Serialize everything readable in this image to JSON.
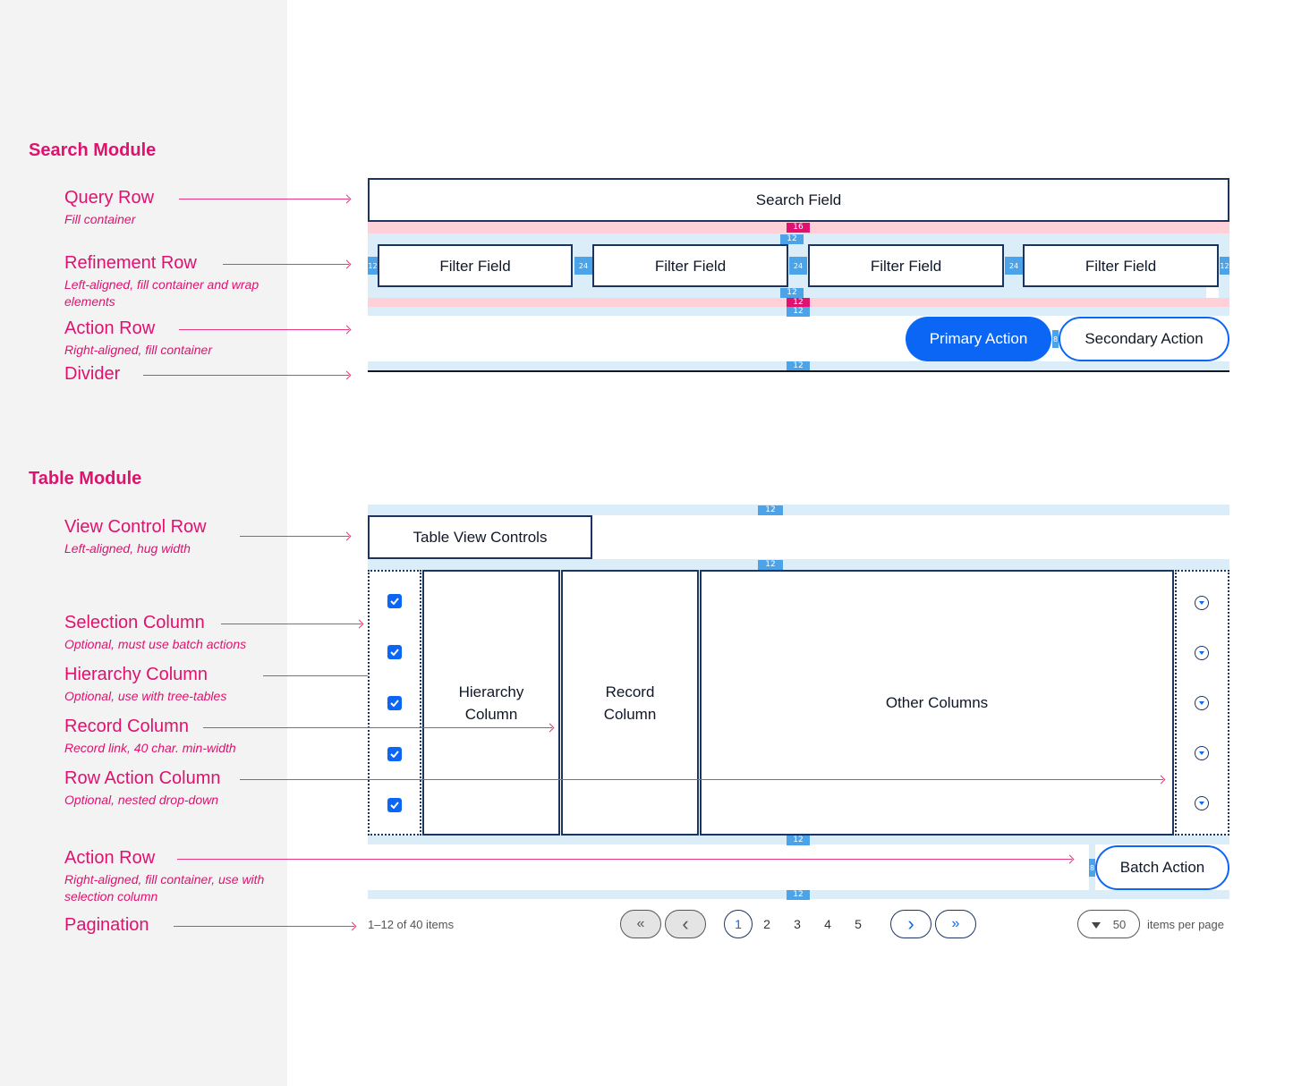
{
  "search_module": {
    "title": "Search Module",
    "annotations": {
      "query_row": {
        "title": "Query Row",
        "sub": "Fill container"
      },
      "refinement_row": {
        "title": "Refinement Row",
        "sub": "Left-aligned, fill container and wrap elements"
      },
      "action_row": {
        "title": "Action Row",
        "sub": "Right-aligned, fill container"
      },
      "divider": {
        "title": "Divider"
      }
    },
    "search_field": "Search Field",
    "filter_fields": [
      "Filter Field",
      "Filter Field",
      "Filter Field",
      "Filter Field"
    ],
    "primary_action": "Primary Action",
    "secondary_action": "Secondary Action",
    "spacing": {
      "s16": "16",
      "s12": "12",
      "s24": "24",
      "s8": "8"
    }
  },
  "table_module": {
    "title": "Table Module",
    "annotations": {
      "view_control_row": {
        "title": "View Control Row",
        "sub": "Left-aligned, hug width"
      },
      "selection_column": {
        "title": "Selection Column",
        "sub": "Optional, must use batch actions"
      },
      "hierarchy_column": {
        "title": "Hierarchy Column",
        "sub": "Optional, use with tree-tables"
      },
      "record_column": {
        "title": "Record Column",
        "sub": "Record link, 40 char. min-width"
      },
      "row_action_column": {
        "title": "Row Action Column",
        "sub": "Optional, nested drop-down"
      },
      "action_row": {
        "title": "Action Row",
        "sub": "Right-aligned, fill container, use with selection column"
      },
      "pagination": {
        "title": "Pagination"
      }
    },
    "view_controls": "Table  View Controls",
    "hierarchy_column": "Hierarchy Column",
    "record_column": "Record Column",
    "other_columns": "Other Columns",
    "batch_action": "Batch Action",
    "pagination": {
      "range": "1–12 of 40 items",
      "first": "«",
      "prev": "‹",
      "pages": [
        "1",
        "2",
        "3",
        "4",
        "5"
      ],
      "next": "›",
      "last": "»",
      "per_page_value": "50",
      "per_page_label": "items per page"
    }
  },
  "colors": {
    "accent": "#e0116f",
    "primary": "#0b66f5",
    "border": "#1b3460",
    "spacing_blue": "#dcedfa",
    "spacing_pink": "#ffd0d8"
  }
}
